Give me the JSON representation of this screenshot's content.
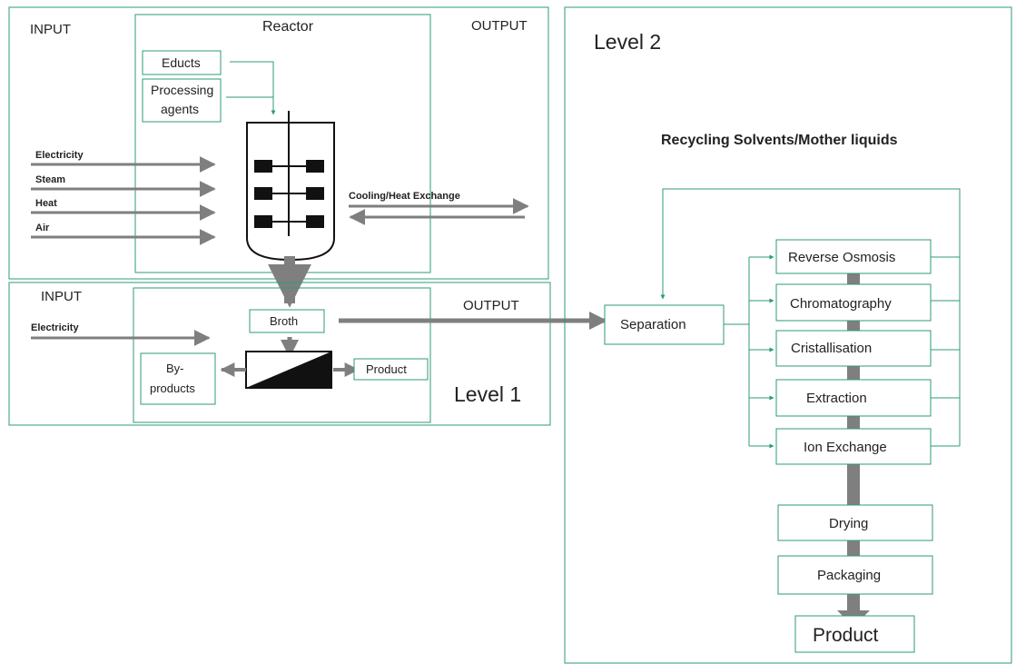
{
  "level1": {
    "top": {
      "input_label": "INPUT",
      "output_label": "OUTPUT",
      "reactor_label": "Reactor"
    },
    "inputs_top": [
      "Electricity",
      "Steam",
      "Heat",
      "Air"
    ],
    "educts": "Educts",
    "processing_agents": [
      "Processing",
      "agents"
    ],
    "cooling": "Cooling/Heat Exchange",
    "bottom": {
      "input_label": "INPUT",
      "output_label": "OUTPUT"
    },
    "input_bottom": "Electricity",
    "broth": "Broth",
    "byproducts": [
      "By-",
      "products"
    ],
    "product": "Product",
    "level_label": "Level 1"
  },
  "level2": {
    "level_label": "Level 2",
    "recycling_title": "Recycling Solvents/Mother liquids",
    "separation": "Separation",
    "methods": [
      "Reverse Osmosis",
      "Chromatography",
      "Cristallisation",
      "Extraction",
      "Ion Exchange"
    ],
    "drying": "Drying",
    "packaging": "Packaging",
    "final_product": "Product"
  },
  "colors": {
    "accent": "#2e9b74",
    "arrow": "#7f7f7f",
    "black": "#111111"
  }
}
